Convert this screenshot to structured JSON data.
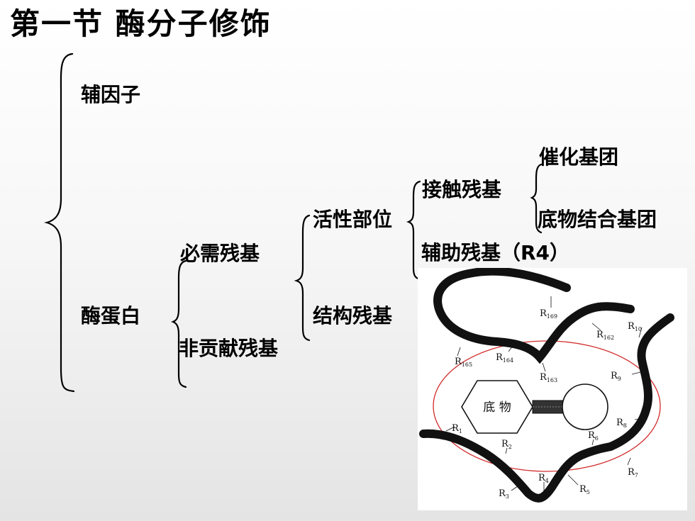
{
  "title": "第一节  酶分子修饰",
  "tree": {
    "cofactor": "辅因子",
    "enzyme_protein": "酶蛋白",
    "essential_residues": "必需残基",
    "noncontributing_residues": "非贡献残基",
    "active_site": "活性部位",
    "structural_residues": "结构残基",
    "contact_residues": "接触残基",
    "auxiliary_residues": "辅助残基（R4）",
    "catalytic_group": "催化基团",
    "substrate_binding_group": "底物结合基团"
  },
  "figure": {
    "substrate_label": "底 物",
    "residues": [
      {
        "base": "R",
        "sub": "169"
      },
      {
        "base": "R",
        "sub": "10"
      },
      {
        "base": "R",
        "sub": "162"
      },
      {
        "base": "R",
        "sub": "165"
      },
      {
        "base": "R",
        "sub": "164"
      },
      {
        "base": "R",
        "sub": "163"
      },
      {
        "base": "R",
        "sub": "9"
      },
      {
        "base": "R",
        "sub": "8"
      },
      {
        "base": "R",
        "sub": "1"
      },
      {
        "base": "R",
        "sub": "2"
      },
      {
        "base": "R",
        "sub": "6"
      },
      {
        "base": "R",
        "sub": "7"
      },
      {
        "base": "R",
        "sub": "4"
      },
      {
        "base": "R",
        "sub": "5"
      },
      {
        "base": "R",
        "sub": "3"
      }
    ],
    "colors": {
      "chain": "#111111",
      "ellipse": "#d22b2b"
    }
  }
}
